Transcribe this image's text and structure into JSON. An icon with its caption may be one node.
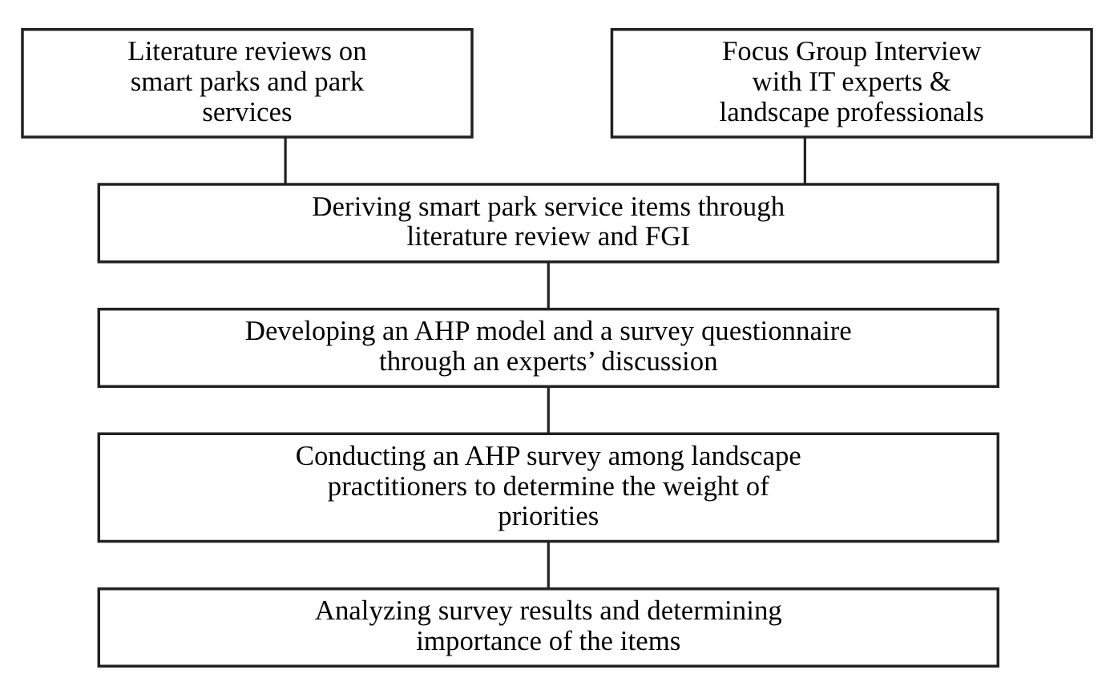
{
  "diagram": {
    "nodes": [
      {
        "text": [
          "Literature reviews on smart parks and park services"
        ]
      },
      {
        "text": [
          "Focus Group Interview with IT experts & landscape professionals"
        ]
      },
      {
        "text": [
          "Deriving smart park service items through literature review and FGI"
        ]
      },
      {
        "text": [
          "Developing an AHP model and a survey questionnaire through an experts’ discussion"
        ]
      },
      {
        "text": [
          "Conducting an AHP survey among landscape practitioners to determine the weight of priorities"
        ]
      },
      {
        "text": [
          "Analyzing survey results and determining importance of the items"
        ]
      }
    ],
    "edges": [
      {
        "from": 0,
        "to": 2,
        "arrow": "none"
      },
      {
        "from": 1,
        "to": 2,
        "arrow": "none"
      },
      {
        "from": 2,
        "to": 3,
        "arrow": "none"
      },
      {
        "from": 3,
        "to": 4,
        "arrow": "none"
      },
      {
        "from": 4,
        "to": 5,
        "arrow": "none"
      }
    ]
  }
}
